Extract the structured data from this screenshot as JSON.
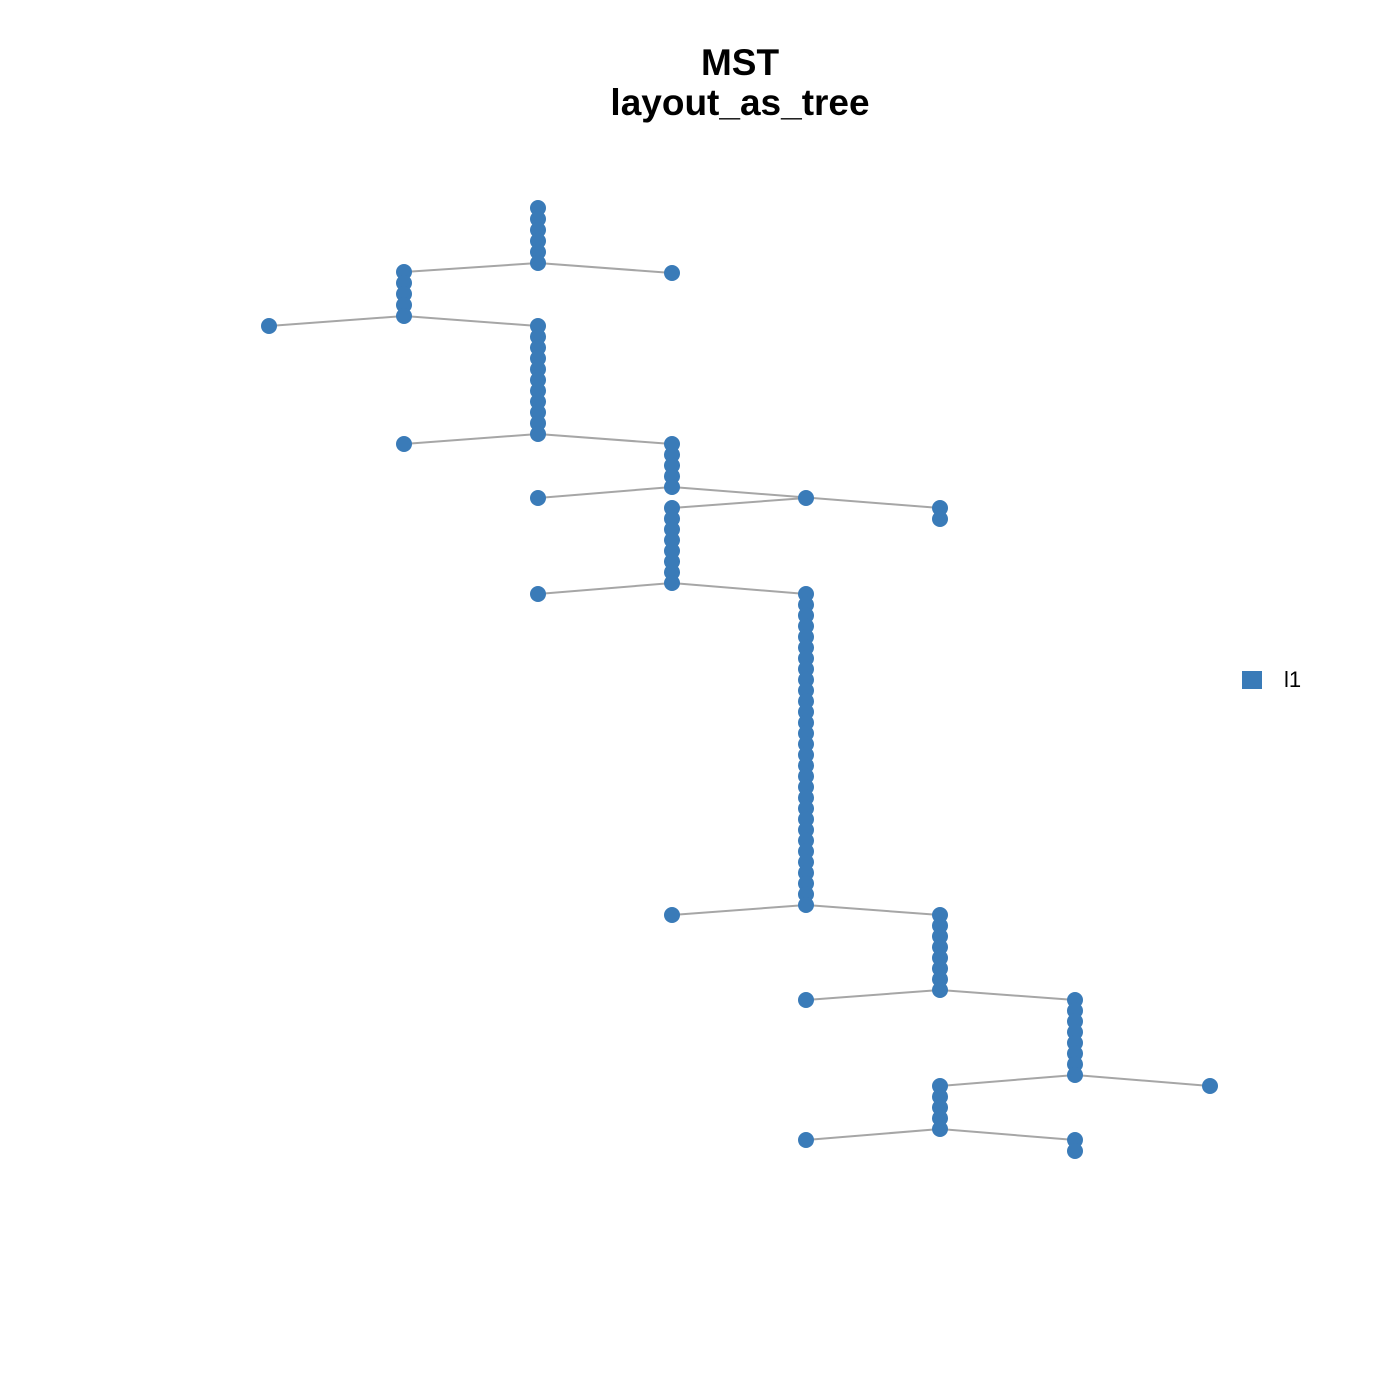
{
  "title": {
    "line1": "MST",
    "line2": "layout_as_tree"
  },
  "colors": {
    "node": "#3a7bb8",
    "edge": "#a6a6a6"
  },
  "legend": {
    "items": [
      {
        "label": "l1",
        "color": "#3a7bb8"
      }
    ]
  },
  "graph": {
    "layout": "layout_as_tree",
    "node_shape": "circle"
  }
}
